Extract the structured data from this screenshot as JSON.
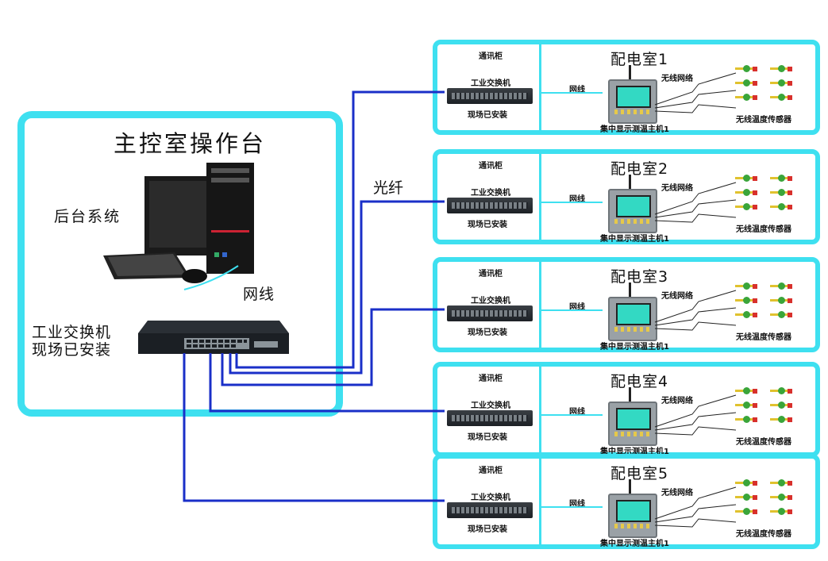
{
  "main": {
    "title": "主控室操作台",
    "backend_label": "后台系统",
    "netline_label": "网线",
    "switch_line1": "工业交换机",
    "switch_line2": "现场已安装"
  },
  "fiber_label": "光纤",
  "rooms": [
    {
      "title": "配电室1",
      "cabinet": "通讯柜",
      "switch_top": "工业交换机",
      "switch_bottom": "现场已安装",
      "wire": "网线",
      "wireless": "无线网络",
      "host": "集中显示测温主机1",
      "sensors": "无线温度传感器"
    },
    {
      "title": "配电室2",
      "cabinet": "通讯柜",
      "switch_top": "工业交换机",
      "switch_bottom": "现场已安装",
      "wire": "网线",
      "wireless": "无线网络",
      "host": "集中显示测温主机1",
      "sensors": "无线温度传感器"
    },
    {
      "title": "配电室3",
      "cabinet": "通讯柜",
      "switch_top": "工业交换机",
      "switch_bottom": "现场已安装",
      "wire": "网线",
      "wireless": "无线网络",
      "host": "集中显示测温主机1",
      "sensors": "无线温度传感器"
    },
    {
      "title": "配电室4",
      "cabinet": "通讯柜",
      "switch_top": "工业交换机",
      "switch_bottom": "现场已安装",
      "wire": "网线",
      "wireless": "无线网络",
      "host": "集中显示测温主机1",
      "sensors": "无线温度传感器"
    },
    {
      "title": "配电室5",
      "cabinet": "通讯柜",
      "switch_top": "工业交换机",
      "switch_bottom": "现场已安装",
      "wire": "网线",
      "wireless": "无线网络",
      "host": "集中显示测温主机1",
      "sensors": "无线温度传感器"
    }
  ],
  "colors": {
    "frame": "#3ee0f0",
    "fiber": "#1a2fc8",
    "patch": "#3ee0f0"
  }
}
